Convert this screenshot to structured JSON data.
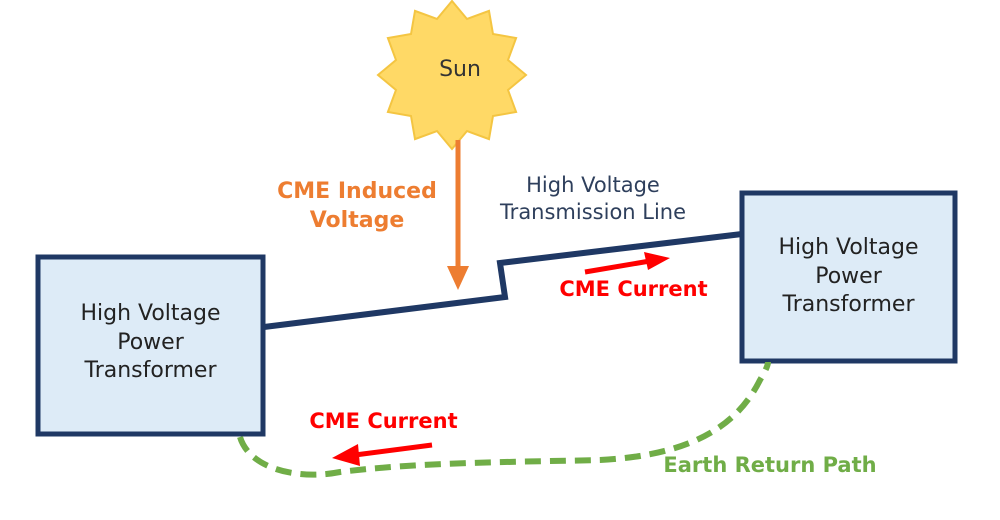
{
  "colors": {
    "sun_fill": "#FFD966",
    "sun_stroke": "#F4C542",
    "box_fill": "#DDEBF7",
    "line_navy": "#1F3864",
    "induced_orange": "#ED7D31",
    "current_red": "#FF0000",
    "earth_green": "#70AD47"
  },
  "sun": {
    "label": "Sun"
  },
  "induced_voltage": {
    "line1": "CME Induced",
    "line2": "Voltage"
  },
  "transmission_line": {
    "line1": "High Voltage",
    "line2": "Transmission Line"
  },
  "left_transformer": {
    "line1": "High Voltage",
    "line2": "Power",
    "line3": "Transformer"
  },
  "right_transformer": {
    "line1": "High Voltage",
    "line2": "Power",
    "line3": "Transformer"
  },
  "cme_current_top": {
    "label": "CME Current",
    "direction": "right"
  },
  "cme_current_bottom": {
    "label": "CME Current",
    "direction": "left"
  },
  "earth_return": {
    "label": "Earth Return Path"
  }
}
